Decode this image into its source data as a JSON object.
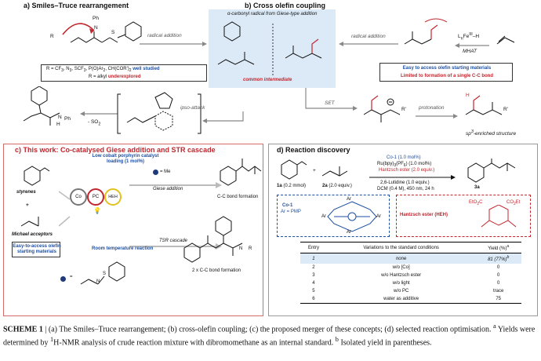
{
  "panel_a": {
    "title": "a) Smiles–Truce rearrangement",
    "arrow_label": "radical addition",
    "r_label": "R",
    "ph_label": "Ph",
    "n_label": "N",
    "s_label": "S",
    "line1_prefix": "R = CF",
    "line1_rest": ", N",
    "line1_b": ", SCF",
    "line1_c": ", P(O)Ar",
    "line1_d": ", CH(COR')",
    "line1_suffix": "well studied",
    "line2_prefix": "R = alkyl",
    "line2_suffix": "underexplored",
    "ipso_label": "ipso-attack",
    "so2_label": "- SO",
    "nhph_label": "N",
    "h_label": "H",
    "ph2_label": "Ph"
  },
  "panel_b": {
    "title": "b) Cross olefin coupling",
    "blue_title": "α-carbonyl radical from Giese-type addition",
    "common": "common intermediate",
    "arrow_label": "radical addition",
    "catalyst": "L",
    "catalyst_b": "Fe",
    "catalyst_c": "–H",
    "sup": "III",
    "mhat": "MHAT",
    "easy": "Easy to access olefin starting materials",
    "limited": "Limited to formation of a single C-C bond",
    "set": "SET",
    "protonation": "protonation",
    "sp3": "sp",
    "sp3_rest": "-enriched structure",
    "r_prime": "R'",
    "h": "H"
  },
  "panel_c": {
    "title": "c) This work: Co-catalysed Giese addition and STR cascade",
    "styrenes": "styrenes",
    "michael": "Michael acceptors",
    "easy": "Easy-to-access olefin starting materials",
    "low_cobalt": "Low cobalt porphyrin catalyst loading (1 mol%)",
    "me_label": "= Me",
    "giese": "Giese addition",
    "cc1": "C-C bond formation",
    "tsr": "TSR cascade",
    "room": "Room temperature reaction",
    "cc2": "2 x C-C bond formation",
    "co": "Co",
    "pc": "PC",
    "heh": "HEH",
    "eq": "=",
    "n": "N",
    "s": "S",
    "h": "H",
    "r": "R"
  },
  "panel_d": {
    "title": "d) Reaction discovery",
    "cond1": "Co-1 (1.0 mol%)",
    "cond2": "Ru(bpy)",
    "cond2b": "(PF",
    "cond2c": ") (1.0 mol%)",
    "cond3": "Hantzsch ester (2.0 equiv.)",
    "cond4": "2,6-Lutidine (1.0 equiv.)",
    "cond5": "DCM (0.4 M), 450 nm, 24 h",
    "s1": "1a",
    "s1b": "(0.2 mmol)",
    "s2": "2a",
    "s2b": "(2.0 equiv.)",
    "prod": "3a",
    "co1": "Co-1",
    "co1b": "Ar = PMP",
    "hantzsch": "Hantzsch ester (HEH)",
    "et1": "EtO",
    "et2": "CO",
    "et3": "Et",
    "ar": "Ar",
    "plus": "+"
  },
  "table": {
    "headers": [
      "Entry",
      "Variations to the standard conditions",
      "Yield (%)"
    ],
    "header_sup": "a",
    "rows": [
      [
        "1",
        "none",
        "81 (77%)"
      ],
      [
        "2",
        "w/o [Co]",
        "0"
      ],
      [
        "3",
        "w/o Hantzsch ester",
        "0"
      ],
      [
        "4",
        "w/o light",
        "0"
      ],
      [
        "5",
        "w/o PC",
        "trace"
      ],
      [
        "6",
        "water as additive",
        "75"
      ]
    ],
    "row1_sup": "b"
  },
  "caption": {
    "label": "SCHEME 1",
    "sep": "|",
    "text1": "(a) The Smiles–Truce rearrangement; (b) cross-olefin coupling; (c) the proposed merger of these concepts; (d) selected reaction optimisation.",
    "sup_a": "a",
    "text2": "Yields were determined by",
    "sup_1": "1",
    "text3": "H-NMR analysis of crude reaction mixture with dibromomethane as an internal standard.",
    "sup_b": "b",
    "text4": "Isolated yield in parentheses."
  },
  "colors": {
    "red": "#c0262d",
    "blue": "#1f4fa0",
    "light_blue": "#dceaf7",
    "panel_border": "#d46a6a"
  }
}
